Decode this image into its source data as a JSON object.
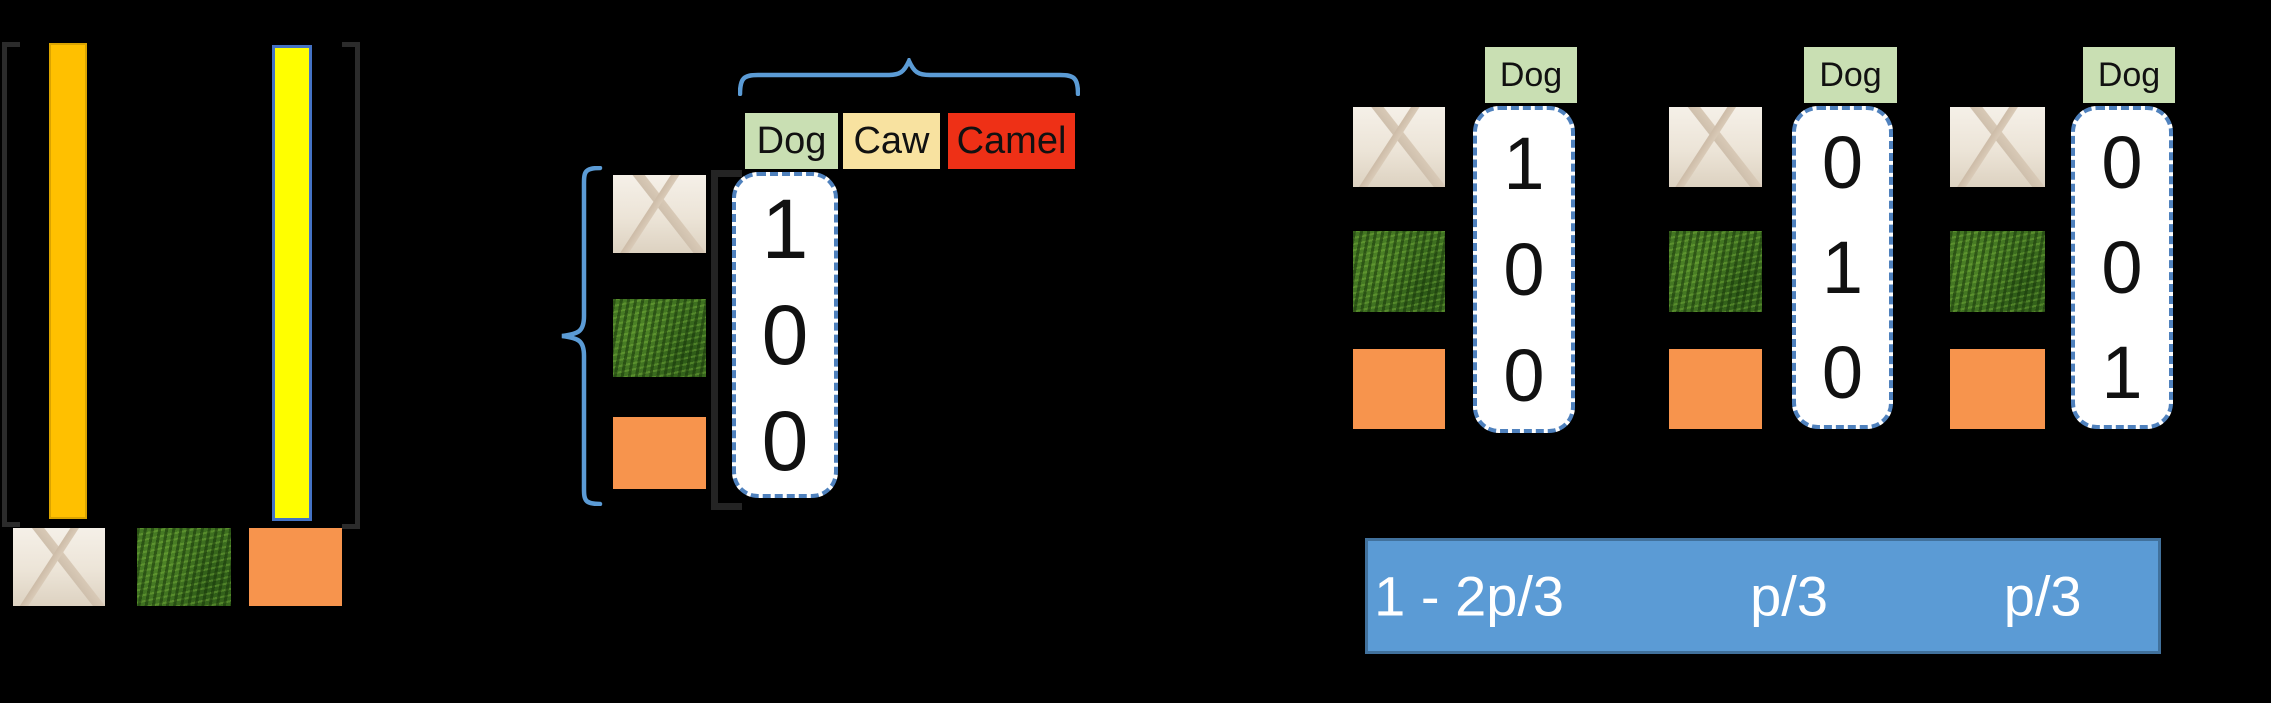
{
  "palette": {
    "background": "#000000",
    "brace_blue": "#5b9bd5",
    "vector_border_blue": "#4f81bd",
    "probability_bar_blue": "#5b9bd5",
    "gold_bar": "#ffc000",
    "yellow_bar": "#ffff00",
    "yellow_bar_border": "#4472c4",
    "dog_tag_green": "#c9dfb3",
    "caw_tag_yellow": "#f8e2a0",
    "camel_tag_red": "#ee3016"
  },
  "left_panel": {
    "bars": [
      {
        "name": "gold-bar",
        "color": "#ffc000"
      },
      {
        "name": "yellow-bar",
        "color": "#ffff00"
      }
    ],
    "swatches": [
      "marble-tile-image",
      "grass-image",
      "orange-image"
    ]
  },
  "class_header": {
    "labels": [
      "Dog",
      "Caw",
      "Camel"
    ]
  },
  "onehot_example": {
    "swatches": [
      "marble-tile-image",
      "grass-image",
      "orange-image"
    ],
    "values": [
      "1",
      "0",
      "0"
    ]
  },
  "right_groups": [
    {
      "label": "Dog",
      "values": [
        "1",
        "0",
        "0"
      ]
    },
    {
      "label": "Dog",
      "values": [
        "0",
        "1",
        "0"
      ]
    },
    {
      "label": "Dog",
      "values": [
        "0",
        "0",
        "1"
      ]
    }
  ],
  "probability_bar": {
    "labels": [
      "1 - 2p/3",
      "p/3",
      "p/3"
    ]
  }
}
